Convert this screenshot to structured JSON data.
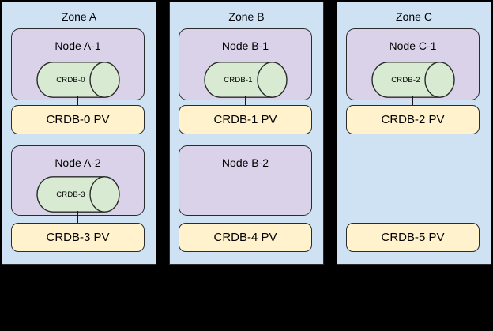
{
  "diagram": {
    "description_visible": false,
    "zones": [
      {
        "title": "Zone A",
        "nodes": [
          {
            "label": "Node A-1",
            "cylinder_label": "CRDB-0"
          },
          {
            "label": "Node A-2",
            "cylinder_label": "CRDB-3"
          }
        ],
        "pvs": [
          {
            "label": "CRDB-0 PV"
          },
          {
            "label": "CRDB-3 PV"
          }
        ]
      },
      {
        "title": "Zone B",
        "nodes": [
          {
            "label": "Node B-1",
            "cylinder_label": "CRDB-1"
          },
          {
            "label": "Node B-2",
            "cylinder_label": ""
          }
        ],
        "pvs": [
          {
            "label": "CRDB-1 PV"
          },
          {
            "label": "CRDB-4 PV"
          }
        ]
      },
      {
        "title": "Zone C",
        "nodes": [
          {
            "label": "Node C-1",
            "cylinder_label": "CRDB-2"
          }
        ],
        "pvs": [
          {
            "label": "CRDB-2 PV"
          },
          {
            "label": "CRDB-5 PV"
          }
        ]
      }
    ],
    "colors": {
      "canvas_bg": "#000000",
      "zone_bg": "#cfe2f3",
      "node_bg": "#d9d2e9",
      "cylinder_bg": "#d9ead3",
      "pv_bg": "#fff2cc",
      "border": "#2b2b2b"
    }
  }
}
